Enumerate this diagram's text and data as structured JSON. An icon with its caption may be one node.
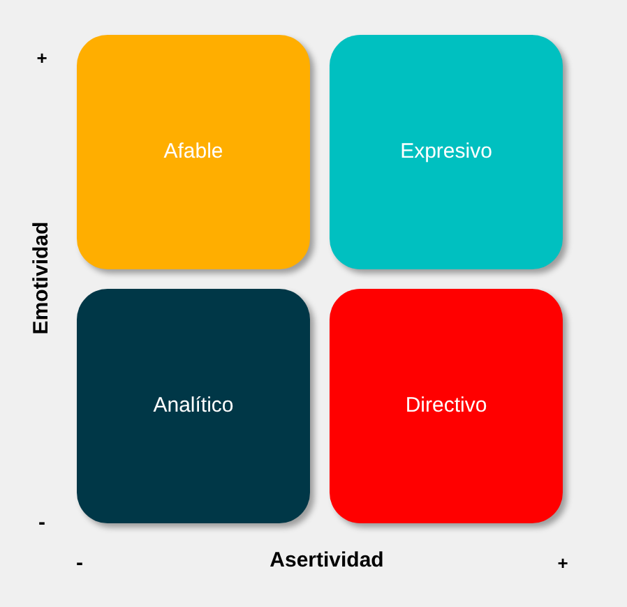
{
  "diagram": {
    "nodes": [
      {
        "text": [
          "Afable"
        ]
      },
      {
        "text": [
          "Expresivo"
        ]
      },
      {
        "text": [
          "Analítico"
        ]
      },
      {
        "text": [
          "Directivo"
        ]
      }
    ],
    "labels": [
      "+",
      "Emotividad",
      "-",
      "-",
      "Asertividad",
      "+"
    ]
  }
}
